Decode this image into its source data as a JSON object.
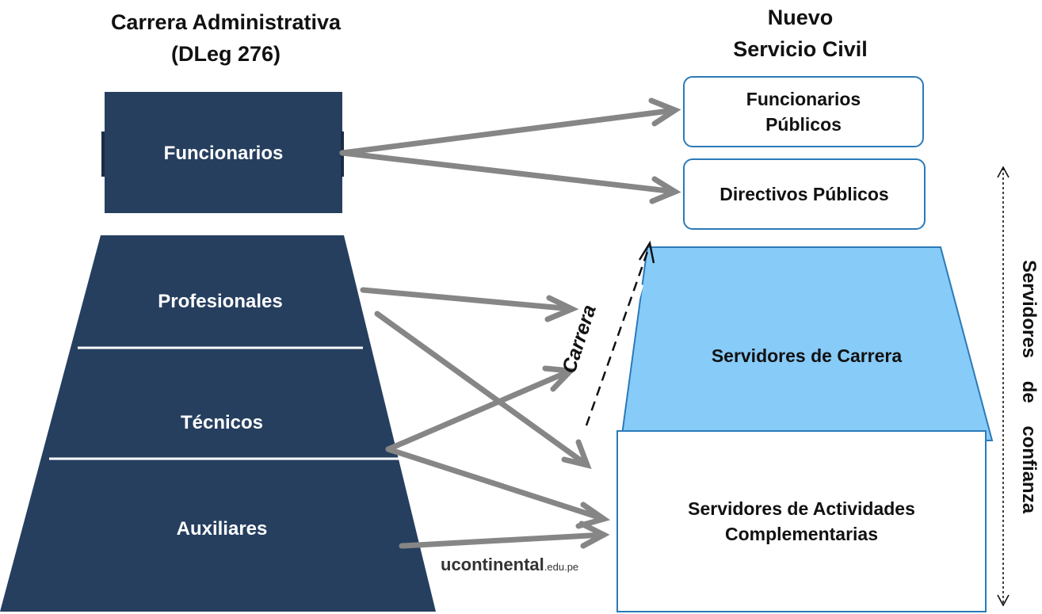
{
  "left_title": {
    "line1": "Carrera Administrativa",
    "line2": "(DLeg 276)"
  },
  "right_title": {
    "line1": "Nuevo",
    "line2": "Servicio Civil"
  },
  "left_levels": {
    "funcionarios": "Funcionarios",
    "profesionales": "Profesionales",
    "tecnicos": "Técnicos",
    "auxiliares": "Auxiliares"
  },
  "right_boxes": {
    "funcionarios_publicos": {
      "line1": "Funcionarios",
      "line2": "Públicos"
    },
    "directivos_publicos": "Directivos Públicos",
    "servidores_carrera": "Servidores de Carrera",
    "servidores_actividades": {
      "line1": "Servidores de Actividades",
      "line2": "Complementarias"
    }
  },
  "carrera_label": "Carrera",
  "confianza_label": "Servidores de confianza",
  "watermark": {
    "main": "ucontinental",
    "suffix": ".edu.pe"
  },
  "colors": {
    "dark_navy": "#263f5f",
    "light_blue": "#87cbf8",
    "box_border": "#2b7ab8",
    "arrow_gray": "#868686"
  }
}
